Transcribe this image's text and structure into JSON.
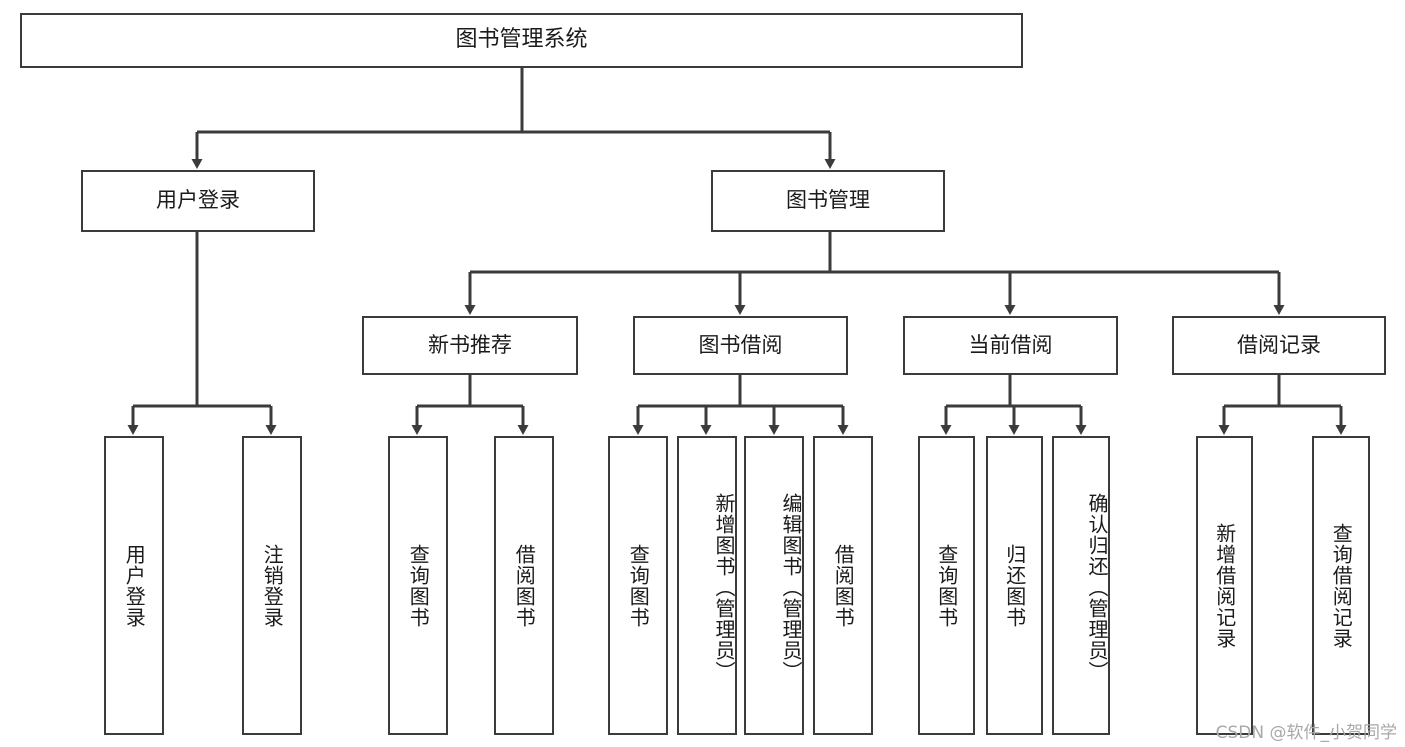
{
  "diagram": {
    "type": "tree",
    "title": "图书管理系统",
    "orientation": "top-down",
    "line_color": "#3b3b3b",
    "box_fill": "#ffffff",
    "text_color": "#1b1b1b",
    "levels": 4
  },
  "nodes": {
    "root": {
      "label": "图书管理系统"
    },
    "l2": [
      {
        "label": "用户登录"
      },
      {
        "label": "图书管理"
      }
    ],
    "l3": [
      {
        "label": "新书推荐"
      },
      {
        "label": "图书借阅"
      },
      {
        "label": "当前借阅"
      },
      {
        "label": "借阅记录"
      }
    ],
    "leaves": {
      "user_login": [
        {
          "label": "用户登录"
        },
        {
          "label": "注销登录"
        }
      ],
      "new_book": [
        {
          "label": "查询图书"
        },
        {
          "label": "借阅图书"
        }
      ],
      "book_borrow": [
        {
          "label": "查询图书"
        },
        {
          "label": "新增图书（管理员）"
        },
        {
          "label": "编辑图书（管理员）"
        },
        {
          "label": "借阅图书"
        }
      ],
      "current_borrow": [
        {
          "label": "查询图书"
        },
        {
          "label": "归还图书"
        },
        {
          "label": "确认归还（管理员）"
        }
      ],
      "borrow_record": [
        {
          "label": "新增借阅记录"
        },
        {
          "label": "查询借阅记录"
        }
      ]
    }
  },
  "watermark": {
    "text": "CSDN @软件_小贺同学"
  }
}
